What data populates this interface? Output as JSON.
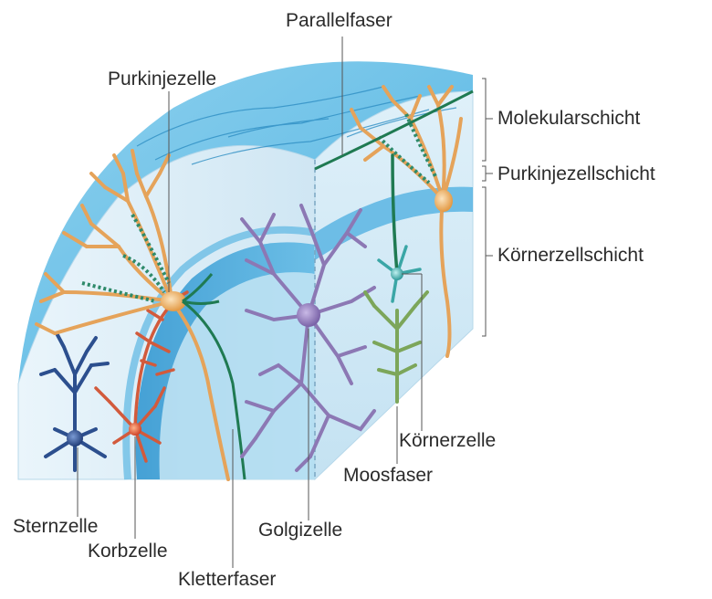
{
  "labels": {
    "parallelfaser": "Parallelfaser",
    "purkinjezelle": "Purkinjezelle",
    "molekularschicht": "Molekularschicht",
    "purkinjezellschicht": "Purkinjezellschicht",
    "koernerzellschicht": "Körnerzellschicht",
    "koernerzelle": "Körnerzelle",
    "moosfaser": "Moosfaser",
    "golgizelle": "Golgizelle",
    "sternzelle": "Sternzelle",
    "korbzelle": "Korbzelle",
    "kletterfaser": "Kletterfaser"
  },
  "colors": {
    "molecular_layer": "#cfe7f5",
    "granular_layer": "#2f9fd6",
    "purkinje_cell": "#e5a35a",
    "purkinje_soma": "#f3c58a",
    "spines": "#2e8a6a",
    "climbing_fiber": "#1f7a52",
    "golgi_cell": "#8c78b4",
    "basket_cell": "#d25a3c",
    "stellate_cell": "#2c4f8e",
    "granule_cell": "#3aa6a6",
    "mossy_fiber": "#7ca65a"
  }
}
